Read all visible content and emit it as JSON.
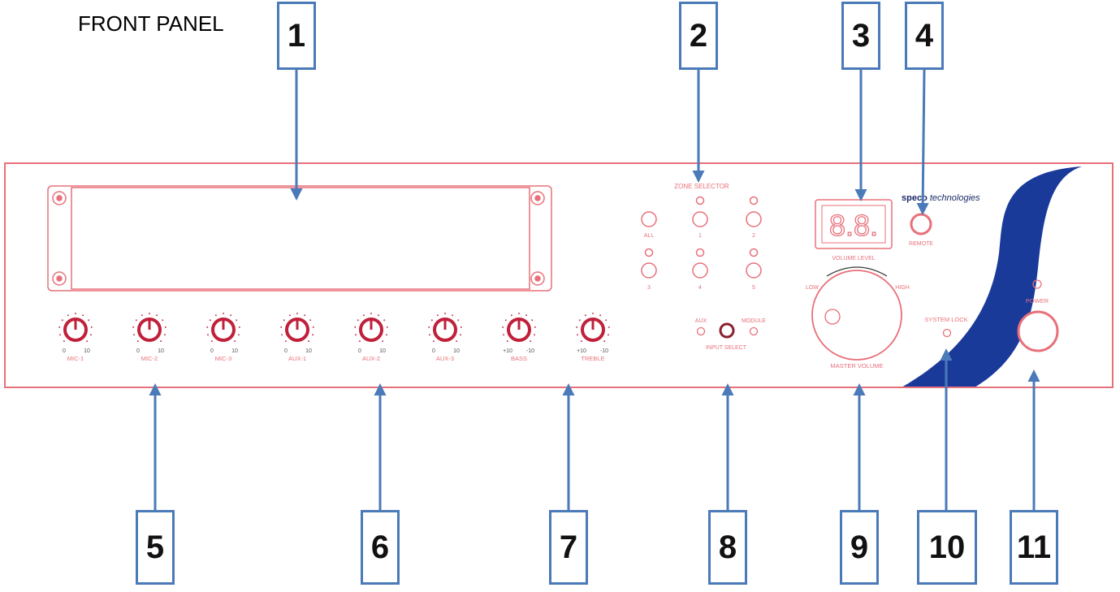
{
  "title": "FRONT PANEL",
  "callouts": [
    "1",
    "2",
    "3",
    "4",
    "5",
    "6",
    "7",
    "8",
    "9",
    "10",
    "11"
  ],
  "panel": {
    "zone_selector": "ZONE SELECTOR",
    "zone_buttons": [
      "ALL",
      "1",
      "2",
      "3",
      "4",
      "5"
    ],
    "brand_bold": "speco",
    "brand_rest": "technologies",
    "volume_level": "VOLUME LEVEL",
    "display_digits": "8.8.",
    "remote": "REMOTE",
    "knobs": [
      {
        "label": "MIC-1",
        "min": "0",
        "max": "10"
      },
      {
        "label": "MIC-2",
        "min": "0",
        "max": "10"
      },
      {
        "label": "MIC-3",
        "min": "0",
        "max": "10"
      },
      {
        "label": "AUX-1",
        "min": "0",
        "max": "10"
      },
      {
        "label": "AUX-2",
        "min": "0",
        "max": "10"
      },
      {
        "label": "AUX-3",
        "min": "0",
        "max": "10"
      },
      {
        "label": "BASS",
        "min": "+10",
        "max": "-10"
      },
      {
        "label": "TREBLE",
        "min": "+10",
        "max": "-10"
      }
    ],
    "input_aux": "AUX",
    "input_module": "MODULE",
    "input_select": "INPUT SELECT",
    "low": "LOW",
    "high": "HIGH",
    "master_volume": "MASTER  VOLUME",
    "system_lock": "SYSTEM LOCK",
    "power": "POWER"
  },
  "colors": {
    "panel": "#e8707a",
    "arrow": "#4a7ab8",
    "swoosh": "#1a3a9a"
  }
}
